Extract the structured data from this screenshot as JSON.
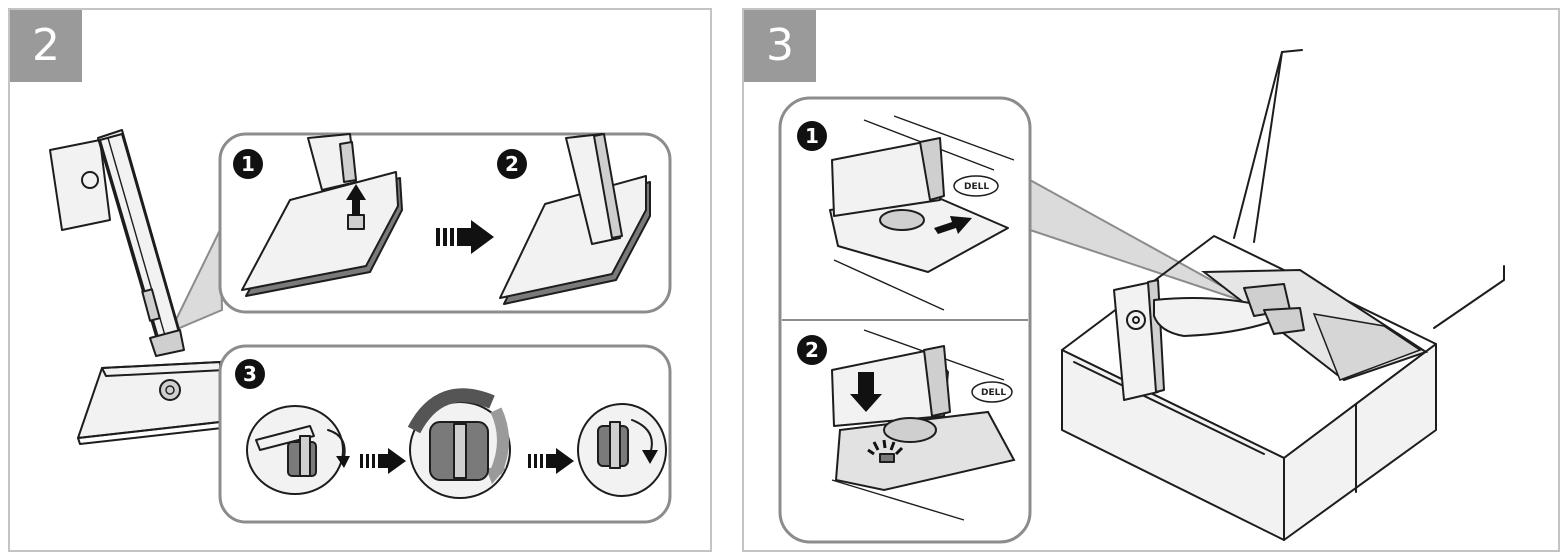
{
  "steps": [
    {
      "number": "2",
      "substeps": [
        "1",
        "2",
        "3"
      ]
    },
    {
      "number": "3",
      "substeps": [
        "1",
        "2"
      ],
      "logo": "DELL"
    }
  ],
  "colors": {
    "tab": "#9a9a9a",
    "panel_border": "#c4c4c4",
    "inset_border": "#8c8c8c",
    "line": "#1d1d1d"
  },
  "icons": [
    "arrow-up-icon",
    "arrow-right-icon",
    "arrow-down-icon",
    "rotate-clockwise-icon",
    "click-sparks-icon"
  ]
}
